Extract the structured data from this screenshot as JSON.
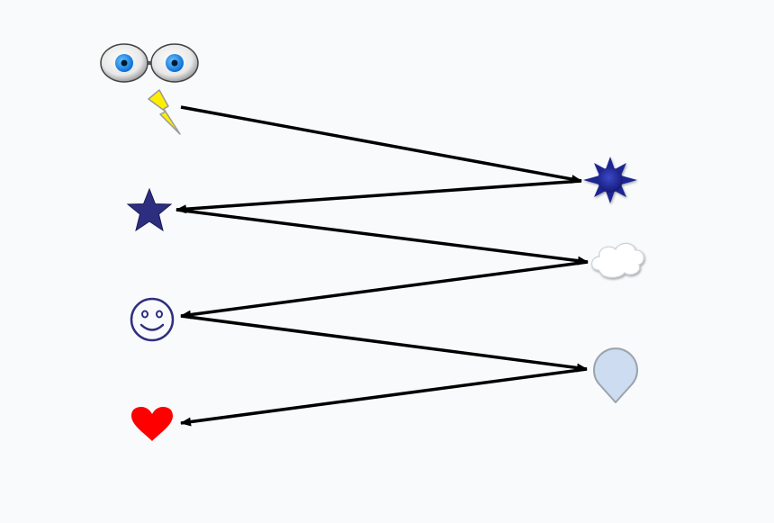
{
  "diagram": {
    "background": "#f9fafb",
    "line_color": "#000000",
    "icons": [
      {
        "id": "eyes",
        "icon": "eyes-icon",
        "color": "#1e90ff"
      },
      {
        "id": "lightning",
        "icon": "lightning-bolt-icon",
        "color": "#ffee00"
      },
      {
        "id": "star",
        "icon": "star-icon",
        "color": "#2e2e80"
      },
      {
        "id": "smiley",
        "icon": "smiley-face-icon",
        "color": "#2e2e80"
      },
      {
        "id": "heart",
        "icon": "heart-icon",
        "color": "#ff0000"
      },
      {
        "id": "sun",
        "icon": "sun-icon",
        "color": "#1f2590"
      },
      {
        "id": "cloud",
        "icon": "cloud-icon",
        "color": "#ffffff"
      },
      {
        "id": "teardrop",
        "icon": "teardrop-icon",
        "color": "#cddcf0"
      }
    ],
    "arrows": [
      {
        "from": "lightning",
        "to": "sun"
      },
      {
        "from": "sun",
        "to": "star"
      },
      {
        "from": "star",
        "to": "cloud"
      },
      {
        "from": "cloud",
        "to": "smiley"
      },
      {
        "from": "smiley",
        "to": "teardrop"
      },
      {
        "from": "teardrop",
        "to": "heart"
      }
    ]
  }
}
